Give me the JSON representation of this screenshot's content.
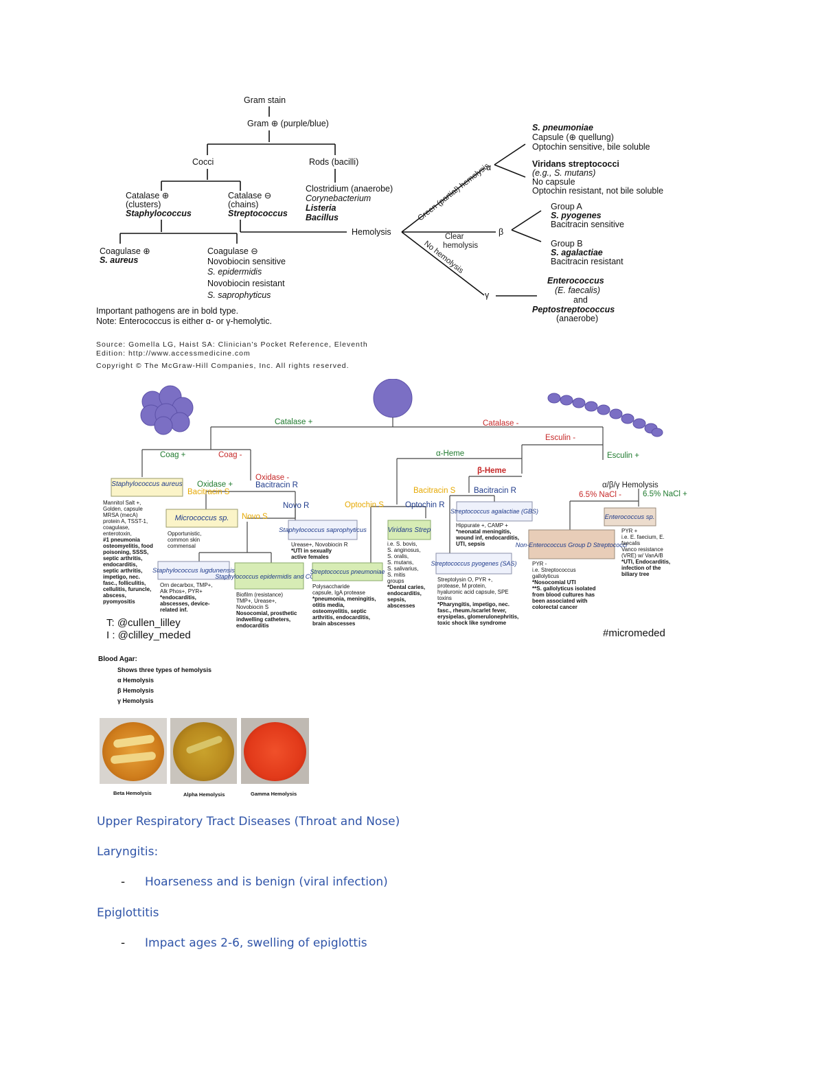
{
  "flowchart1": {
    "gram_stain": "Gram stain",
    "gram_pos": "Gram ⊕ (purple/blue)",
    "cocci": "Cocci",
    "rods": "Rods (bacilli)",
    "catalase_pos": [
      "Catalase ⊕",
      "(clusters)",
      "Staphylococcus"
    ],
    "catalase_neg": [
      "Catalase ⊖",
      "(chains)",
      "Streptococcus"
    ],
    "rods_list": [
      "Clostridium (anaerobe)",
      "Corynebacterium",
      "Listeria",
      "Bacillus"
    ],
    "coag_pos": [
      "Coagulase ⊕",
      "S. aureus"
    ],
    "coag_neg": [
      "Coagulase ⊖",
      "Novobiocin sensitive",
      "S. epidermidis",
      "Novobiocin resistant",
      "S. saprophyticus"
    ],
    "hemolysis": "Hemolysis",
    "green_partial": "Green (partial) hemolysis",
    "clear_hemolysis": [
      "Clear",
      "hemolysis"
    ],
    "no_hemolysis": "No hemolysis",
    "alpha": "α",
    "beta": "β",
    "gamma": "γ",
    "alpha_list": [
      "S. pneumoniae",
      "Capsule (⊕ quellung)",
      "Optochin sensitive, bile soluble",
      "Viridans streptococci",
      "(e.g., S. mutans)",
      "No capsule",
      "Optochin resistant, not bile soluble"
    ],
    "beta_list": [
      "Group A",
      "S. pyogenes",
      "Bacitracin sensitive",
      "Group B",
      "S. agalactiae",
      "Bacitracin resistant"
    ],
    "gamma_list": [
      "Enterococcus",
      "(E. faecalis)",
      "and",
      "Peptostreptococcus",
      "(anaerobe)"
    ],
    "note1": "Important pathogens are in bold type.",
    "note2": "Note: Enterococcus is either α- or γ-hemolytic.",
    "source1": "Source: Gomella LG, Haist SA: Clinician's Pocket Reference, Eleventh",
    "source2": "Edition: http://www.accessmedicine.com",
    "copyright": "Copyright © The McGraw-Hill Companies, Inc. All rights reserved."
  },
  "flowchart2": {
    "catalase_plus": "Catalase +",
    "catalase_minus": "Catalase -",
    "esculin_minus": "Esculin -",
    "esculin_plus": "Esculin +",
    "coag_plus": "Coag +",
    "coag_minus": "Coag -",
    "oxidase_plus": "Oxidase +",
    "bacitracin_s": "Bacitracin S",
    "oxidase_minus": "Oxidase -",
    "bacitracin_r": "Bacitracin R",
    "novo_r": "Novo R",
    "novo_s": "Novo S",
    "alpha_heme": "α-Heme",
    "beta_heme": "β-Heme",
    "bac_s2": "Bacitracin S",
    "bac_r2": "Bacitracin R",
    "optochin_s": "Optochin S",
    "optochin_r": "Optochin R",
    "hemolysis_abg": "α/β/γ Hemolysis",
    "nacl_neg": "6.5% NaCl -",
    "nacl_pos": "6.5% NaCl +",
    "staph_aureus": "Staphylococcus aureus",
    "micrococcus": "Micrococcus sp.",
    "staph_sapro": "Staphylococcus saprophyticus",
    "viridans": "Viridans Strep",
    "strep_agal": "Streptococcus agalactiae (GBS)",
    "enterococcus": "Enterococcus sp.",
    "non_entero": "Non-Enterococcus Group D Streptococci",
    "staph_lug": "Staphylococcus lugdunensis",
    "staph_epi": "Staphylococcus epidermidis and CONS",
    "strep_pneu": "Streptococcus pneumoniae",
    "strep_pyo": "Streptococcus pyogenes (SAS)",
    "aureus_notes": [
      "Mannitol Salt +,",
      "Golden, capsule",
      "MRSA (mecA)",
      "protein A, TSST-1,",
      "coagulase,",
      "enterotoxin,",
      "#1 pneumonia",
      "osteomyelitis, food",
      "poisoning, SSSS,",
      "septic arthritis,",
      "endocarditis,",
      "septic arthritis,",
      "impetigo, nec.",
      "fasc., folliculitis,",
      "cellulitis, furuncle,",
      "abscess,",
      "pyomyositis"
    ],
    "micro_notes": [
      "Opportunistic,",
      "common skin",
      "commensal"
    ],
    "lug_notes": [
      "Orn decarbox, TMP+,",
      "Alk Phos+, PYR+",
      "*endocarditis,",
      "abscesses, device-",
      "related inf."
    ],
    "epi_notes": [
      "Biofilm (resistance)",
      "TMP+, Urease+,",
      "Novobiocin S",
      "Nosocomial, prosthetic",
      "indwelling catheters,",
      "endocarditis"
    ],
    "sapro_notes": [
      "Urease+, Novobiocin R",
      "*UTI in sexually",
      "active females"
    ],
    "pneu_notes": [
      "Polysaccharide",
      "capsule, IgA protease",
      "*pneumonia, meningitis,",
      "otitis media,",
      "osteomyelitis, septic",
      "arthritis, endocarditis,",
      "brain abscesses"
    ],
    "viridans_notes": [
      "i.e. S. bovis,",
      "S. anginosus,",
      "S. oralis,",
      "S. mutans,",
      "S. salivarius,",
      "S. mitis",
      "groups",
      "*Dental caries,",
      "endocarditis,",
      "sepsis,",
      "abscesses"
    ],
    "agal_notes": [
      "Hippurate +, CAMP +",
      "*neonatal meningitis,",
      "wound inf, endocarditis,",
      "UTI, sepsis"
    ],
    "pyo_notes": [
      "Streptolysin O, PYR +,",
      "protease, M protein,",
      "hyaluronic acid capsule, SPE",
      "toxins",
      "*Pharyngitis, impetigo, nec.",
      "fasc., rheum./scarlet fever,",
      "erysipelas, glomerulonephritis,",
      "toxic shock like syndrome"
    ],
    "entero_notes": [
      "PYR +",
      "i.e. E. faecium, E.",
      "faecalis",
      "Vanco resistance",
      "(VRE) w/ VanA/B",
      "*UTI, Endocarditis,",
      "infection of the",
      "biliary tree"
    ],
    "nonentero_notes": [
      "PYR -",
      "i.e. Streptococcus",
      "gallolyticus",
      "*Nosocomial UTI",
      "**S. gallolyticus isolated",
      "from blood cultures has",
      "been associated with",
      "colorectal cancer"
    ],
    "twitter": "T: @cullen_lilley",
    "instagram": "I : @clilley_meded",
    "hashtag": "#micromeded"
  },
  "blood_agar": {
    "title": "Blood Agar:",
    "line1": "Shows three types of hemolysis",
    "line2": "α Hemolysis",
    "line3": "β Hemolysis",
    "line4": "γ Hemolysis",
    "captions": [
      "Beta Hemolysis",
      "Alpha Hemolysis",
      "Gamma Hemolysis"
    ]
  },
  "notes": {
    "heading1": "Upper Respiratory Tract Diseases (Throat and Nose)",
    "laryngitis": "Laryngitis:",
    "laryngitis_bullet": "Hoarseness and is benign (viral infection)",
    "epiglottitis": "Epiglottitis",
    "epiglottitis_bullet": "Impact ages 2-6, swelling of epiglottis",
    "dash": "-"
  },
  "colors": {
    "link_blue": "#2f54a8",
    "green": "#1f7a2e",
    "red": "#c62828",
    "orange": "#e6a800",
    "purple": "#7b6fc4"
  }
}
